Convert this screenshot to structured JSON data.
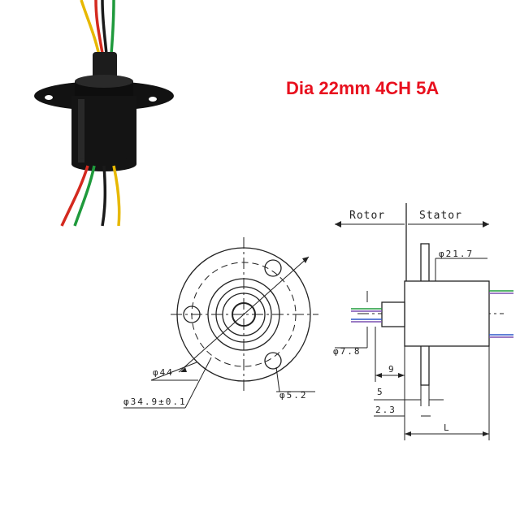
{
  "title": "Dia 22mm 4CH 5A",
  "labels": {
    "rotor": "Rotor",
    "stator": "Stator"
  },
  "dimensions": {
    "phi44": "φ44",
    "phi34_9": "φ34.9±0.1",
    "phi5_2": "φ5.2",
    "phi21_7": "φ21.7",
    "phi7_8": "φ7.8",
    "d9": "9",
    "d5": "5",
    "d2_3": "2.3",
    "dL": "L"
  },
  "wire_colors": {
    "red": "#d42a1f",
    "green": "#1f9a3c",
    "yellow": "#e7b800",
    "black": "#1a1a1a",
    "purple": "#7a4fb0",
    "blue": "#2b57c9"
  }
}
